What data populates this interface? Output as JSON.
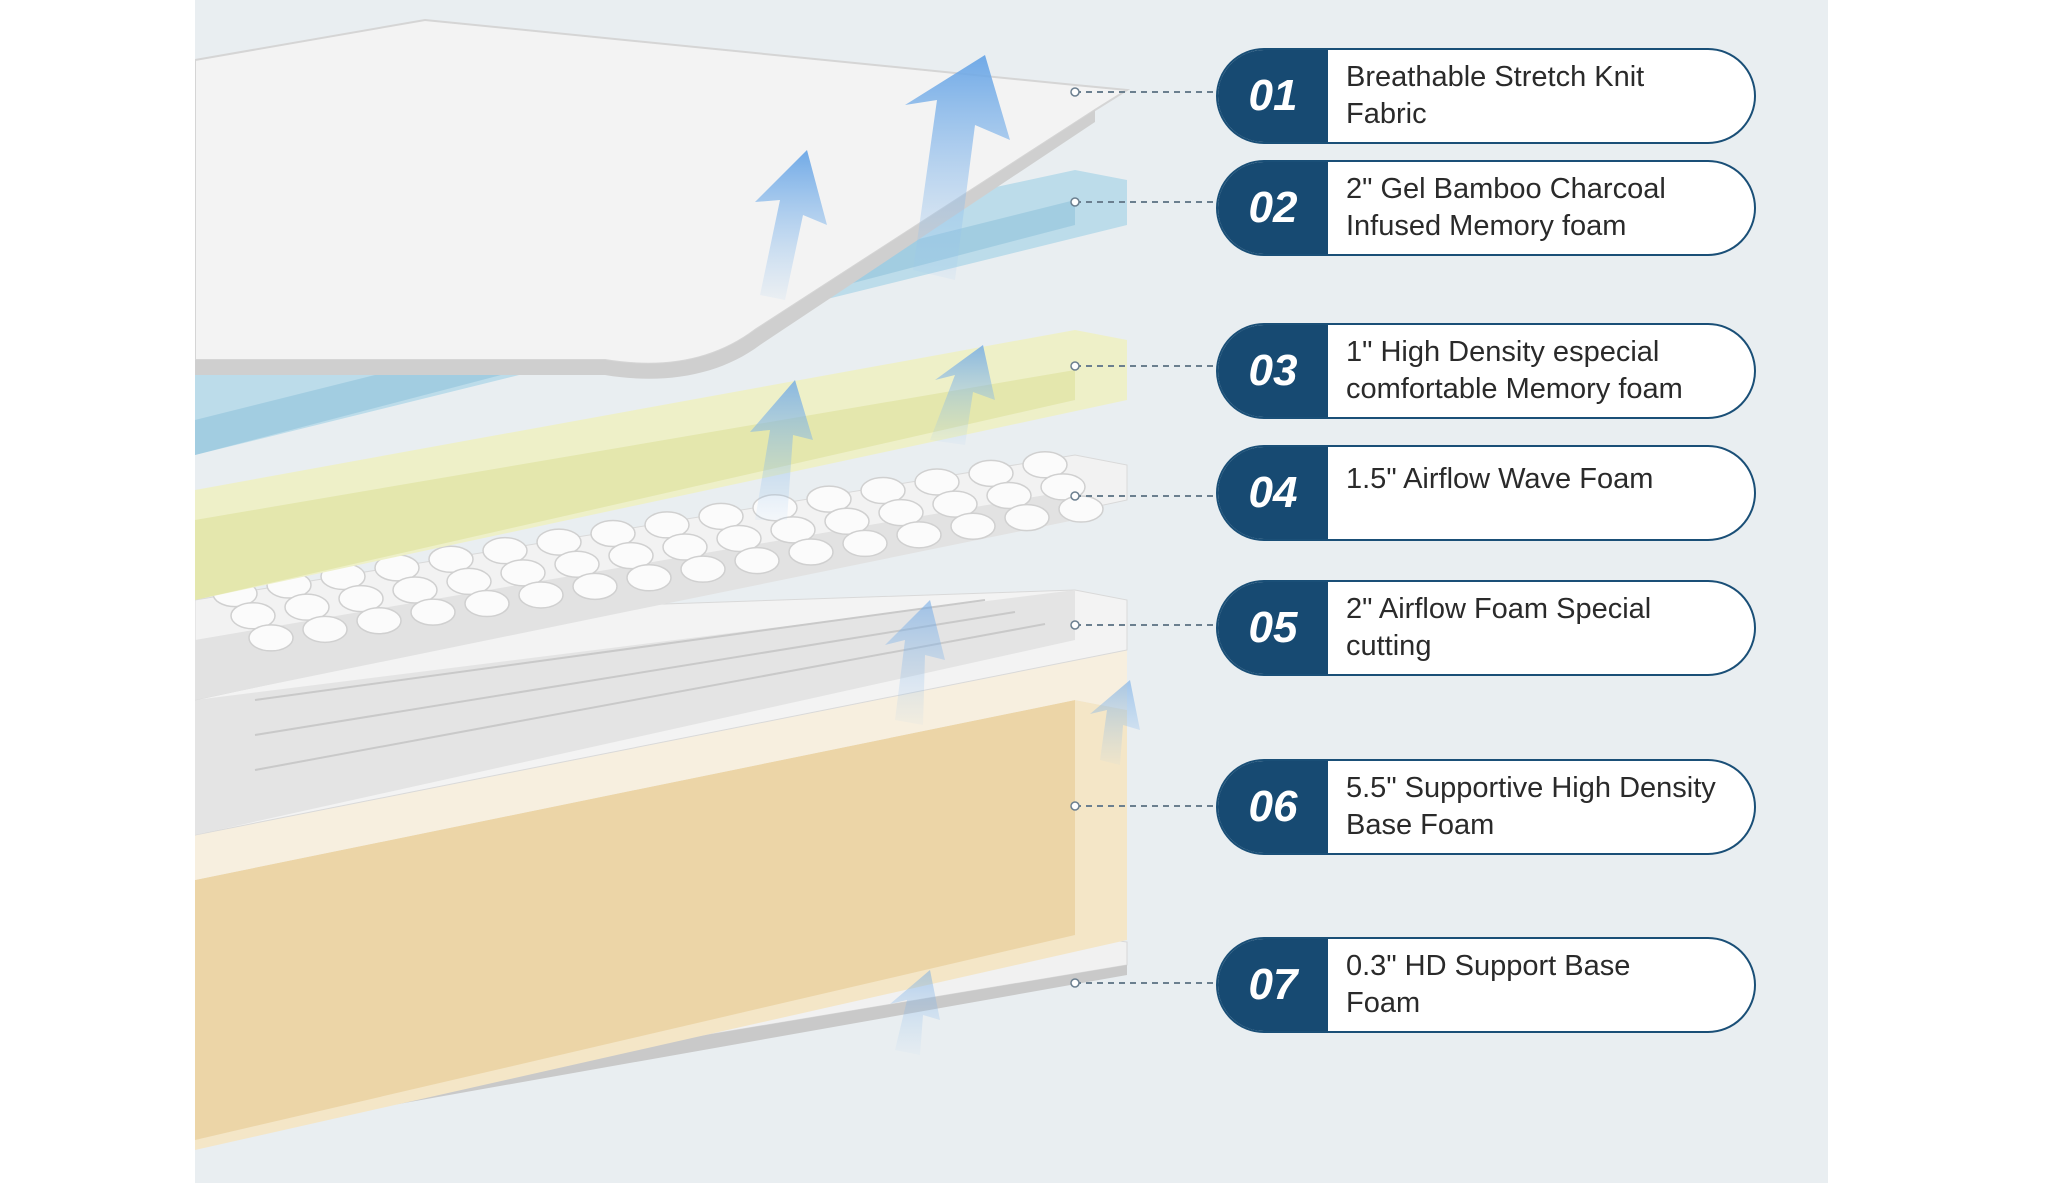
{
  "layers": [
    {
      "number": "01",
      "text": "Breathable Stretch Knit\nFabric",
      "color": "#f2f2f2"
    },
    {
      "number": "02",
      "text": "2\" Gel Bamboo Charcoal\nInfused Memory foam",
      "color": "#bcdcea"
    },
    {
      "number": "03",
      "text": "1\"  High Density especial\ncomfortable Memory foam",
      "color": "#eef0c9"
    },
    {
      "number": "04",
      "text": "1.5\" Airflow Wave Foam",
      "color": "#f5f5f5"
    },
    {
      "number": "05",
      "text": "2\"  Airflow Foam Special\ncutting",
      "color": "#f0f0f0"
    },
    {
      "number": "06",
      "text": "5.5\" Supportive High Density\nBase Foam",
      "color": "#f5e6c6"
    },
    {
      "number": "07",
      "text": "0.3\" HD Support Base\nFoam",
      "color": "#f3f3f3"
    }
  ],
  "colors": {
    "accent": "#174a72",
    "background": "#e9eef1",
    "airflow_arrow": "#7fb2e8"
  },
  "icons": {
    "airflow": "up-arrow-icon"
  }
}
